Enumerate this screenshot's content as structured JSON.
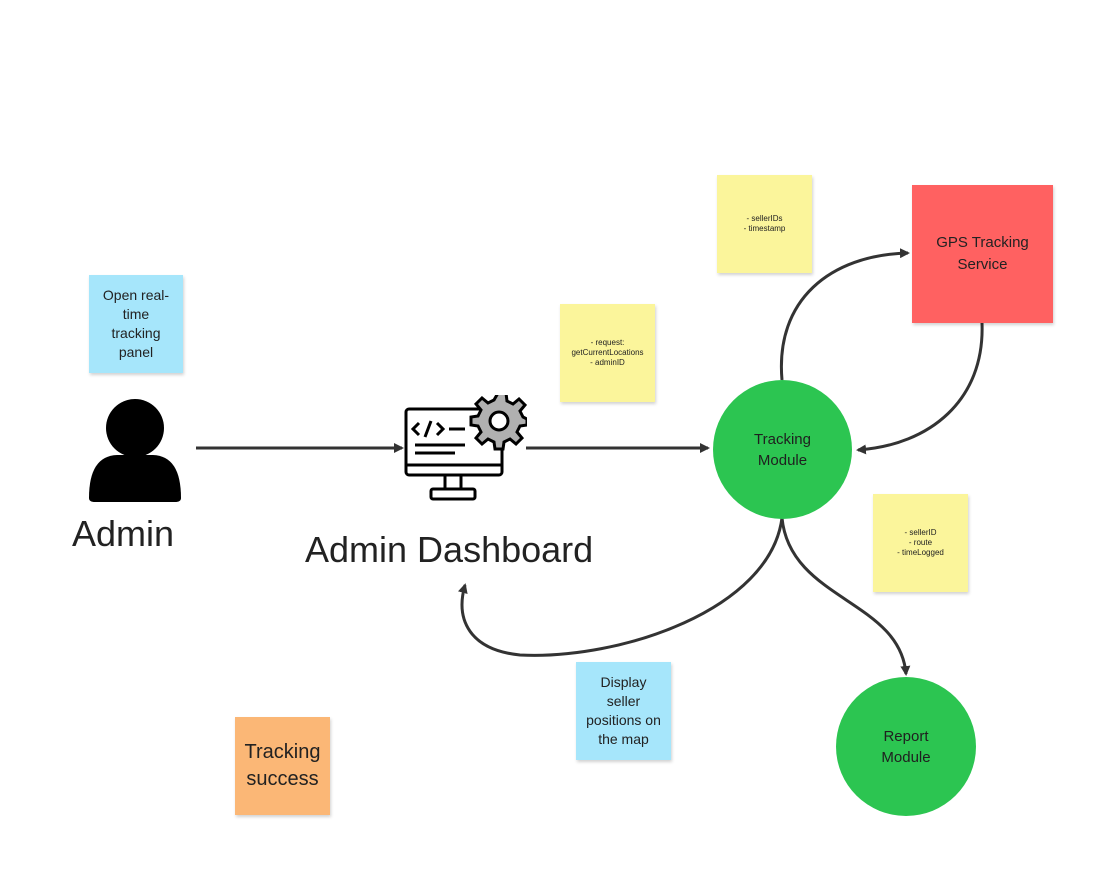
{
  "actor": {
    "label": "Admin"
  },
  "dashboard": {
    "label": "Admin Dashboard"
  },
  "tracking_module": {
    "label": "Tracking\nModule"
  },
  "report_module": {
    "label": "Report\nModule"
  },
  "gps_service": {
    "label": "GPS Tracking\nService"
  },
  "notes": {
    "open_panel": "Open real-\ntime\ntracking\npanel",
    "request": "- request:\ngetCurrentLocations\n- adminID",
    "seller_ids": "- sellerIDs\n- timestamp",
    "seller_route": "- sellerID\n- route\n- timeLogged",
    "display": "Display\nseller\npositions on\nthe map",
    "success": "Tracking\nsuccess"
  },
  "colors": {
    "tracking_module": "#2cc551",
    "report_module": "#2cc551",
    "gps_service": "#ff6161",
    "note_yellow": "#fbf59b",
    "note_blue": "#a6e6fb",
    "note_orange": "#fbb776",
    "arrow": "#333333"
  },
  "icons": [
    "person-icon",
    "computer-gear-icon"
  ]
}
